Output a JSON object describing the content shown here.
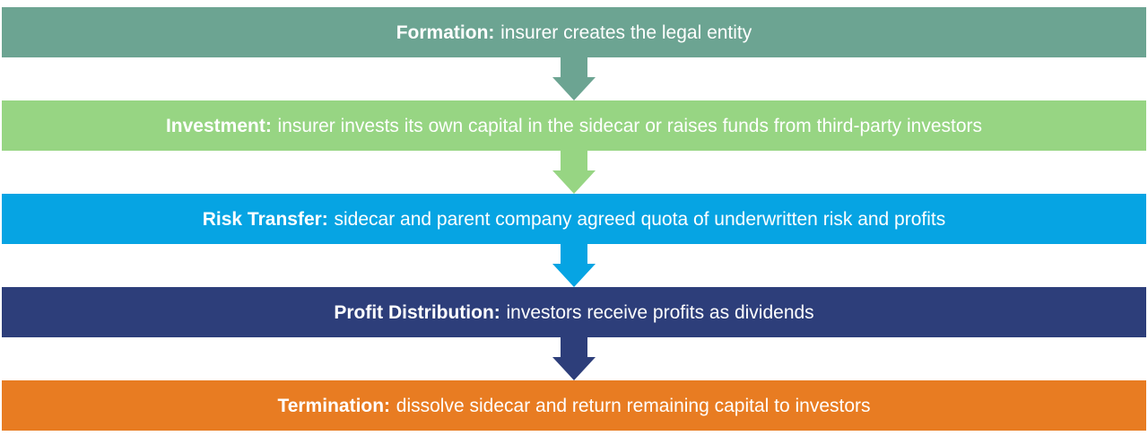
{
  "diagram": {
    "text_color": "#ffffff",
    "steps": [
      {
        "label": "Formation:",
        "description": "insurer creates the legal entity",
        "color": "#6ca492"
      },
      {
        "label": "Investment:",
        "description": "insurer invests its own capital in the sidecar or raises funds from third-party investors",
        "color": "#97d583"
      },
      {
        "label": "Risk Transfer:",
        "description": "sidecar and parent company agreed quota of underwritten risk and profits",
        "color": "#06a4e3"
      },
      {
        "label": "Profit Distribution:",
        "description": "investors receive profits as dividends",
        "color": "#2d3e7a"
      },
      {
        "label": "Termination:",
        "description": "dissolve sidecar and return remaining capital to investors",
        "color": "#e87c22"
      }
    ]
  }
}
